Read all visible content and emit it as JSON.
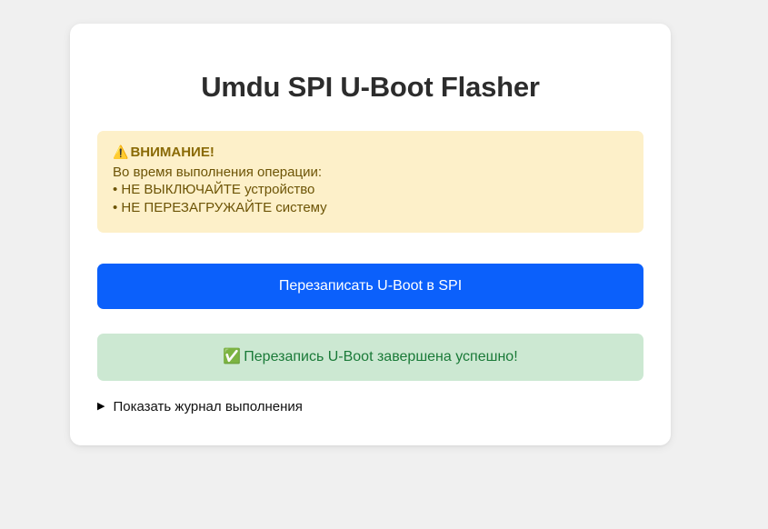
{
  "page": {
    "title": "Umdu SPI U-Boot Flasher"
  },
  "warning": {
    "icon": "warning-triangle-emoji",
    "emoji": "⚠️",
    "title": "ВНИМАНИЕ!",
    "intro": "Во время выполнения операции:",
    "items": [
      "• НЕ ВЫКЛЮЧАЙТЕ устройство",
      "• НЕ ПЕРЕЗАГРУЖАЙТЕ систему"
    ],
    "bg_color": "#fdf0c9",
    "text_color": "#6d5406"
  },
  "actions": {
    "flash_label": "Перезаписать U-Boot в SPI",
    "flash_color": "#0b60fb"
  },
  "status": {
    "icon": "check-mark-button-emoji",
    "emoji": "✅",
    "message": "Перезапись U-Boot завершена успешно!",
    "bg_color": "#cce8d2",
    "text_color": "#1a7a38"
  },
  "log": {
    "marker": "▶",
    "summary_label": "Показать журнал выполнения"
  }
}
